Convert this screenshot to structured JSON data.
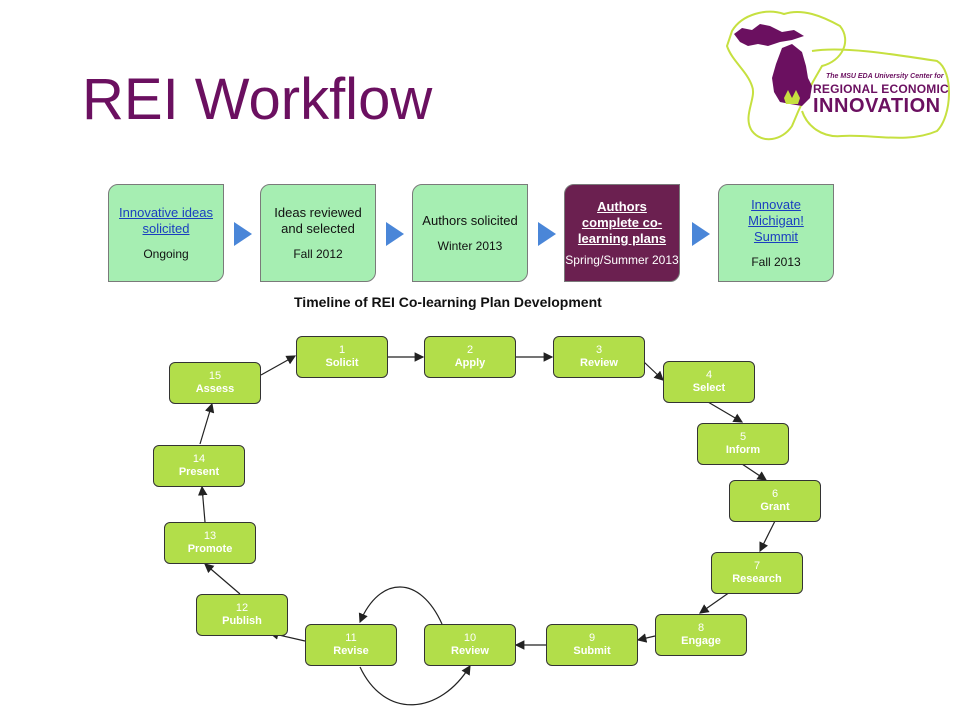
{
  "title": "REI Workflow",
  "logo": {
    "line1": "The MSU EDA University Center for",
    "line2": "REGIONAL ECONOMIC",
    "line3": "INNOVATION",
    "colors": {
      "purple": "#6b1060",
      "green": "#c6e040"
    }
  },
  "timeline": {
    "caption": "Timeline of REI Co-learning Plan Development",
    "stages": [
      {
        "label": "Innovative ideas solicited",
        "date": "Ongoing",
        "link": true
      },
      {
        "label": "Ideas reviewed and selected",
        "date": "Fall 2012",
        "link": false
      },
      {
        "label": "Authors solicited",
        "date": "Winter 2013",
        "link": false
      },
      {
        "label": "Authors complete co-learning plans",
        "date": "Spring/Summer 2013",
        "link": true,
        "active": true
      },
      {
        "label": "Innovate Michigan! Summit",
        "date": "Fall 2013",
        "link": true
      }
    ]
  },
  "workflow": {
    "steps": [
      {
        "num": "1",
        "label": "Solicit"
      },
      {
        "num": "2",
        "label": "Apply"
      },
      {
        "num": "3",
        "label": "Review"
      },
      {
        "num": "4",
        "label": "Select"
      },
      {
        "num": "5",
        "label": "Inform"
      },
      {
        "num": "6",
        "label": "Grant"
      },
      {
        "num": "7",
        "label": "Research"
      },
      {
        "num": "8",
        "label": "Engage"
      },
      {
        "num": "9",
        "label": "Submit"
      },
      {
        "num": "10",
        "label": "Review"
      },
      {
        "num": "11",
        "label": "Revise"
      },
      {
        "num": "12",
        "label": "Publish"
      },
      {
        "num": "13",
        "label": "Promote"
      },
      {
        "num": "14",
        "label": "Present"
      },
      {
        "num": "15",
        "label": "Assess"
      }
    ]
  }
}
